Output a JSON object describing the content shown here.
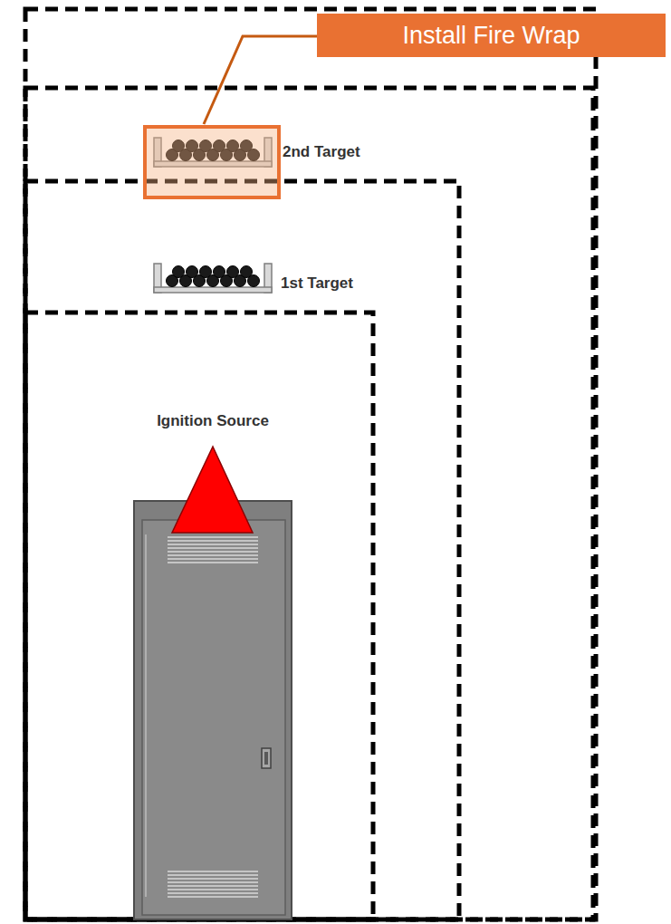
{
  "diagram": {
    "nodes": [
      {
        "text": [
          "Install Fire Wrap"
        ]
      }
    ],
    "labels": [
      "2nd Target",
      "1st Target",
      "Ignition Source"
    ]
  }
}
